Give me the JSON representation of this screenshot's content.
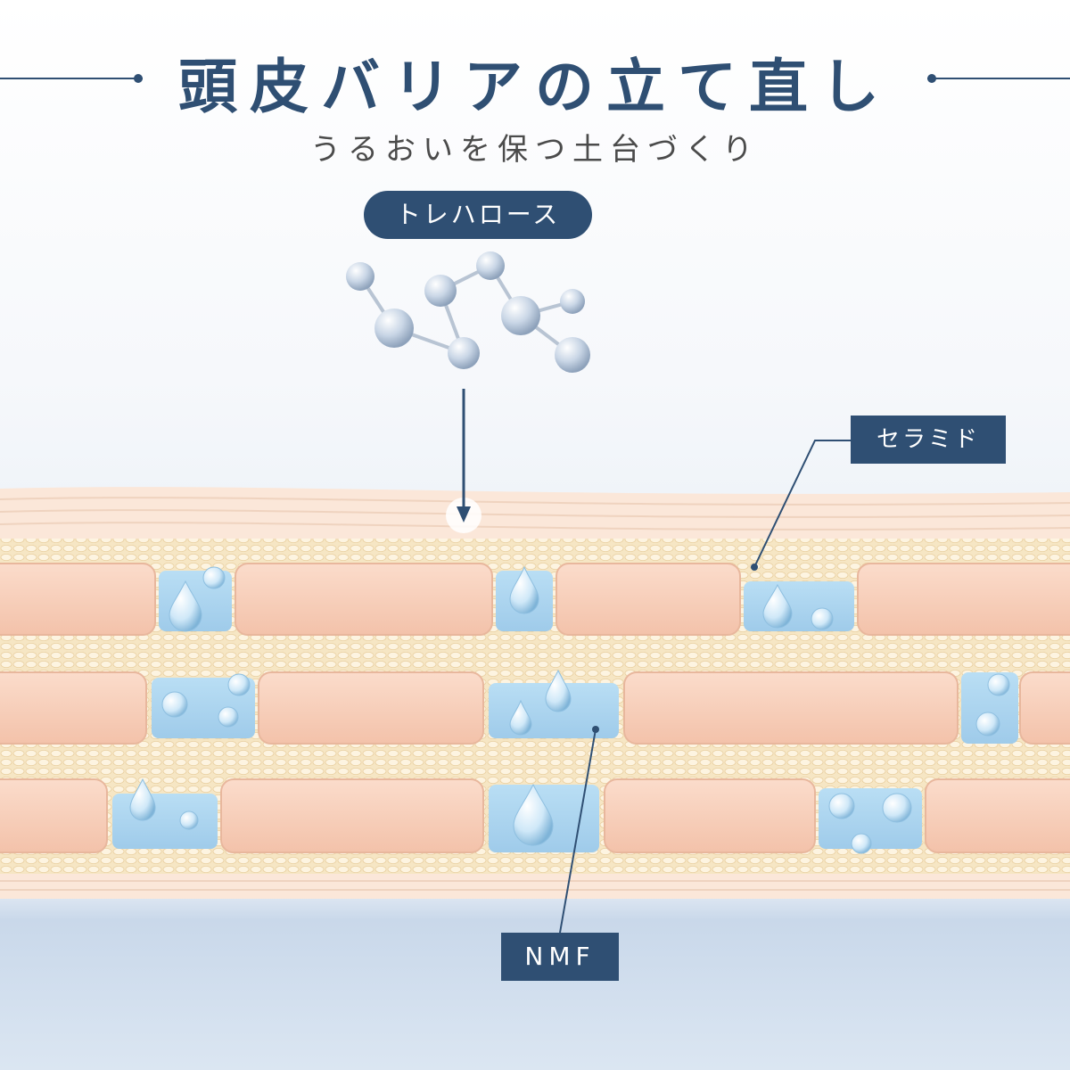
{
  "title": "頭皮バリアの立て直し",
  "subtitle": "うるおいを保つ土台づくり",
  "labels": {
    "trehalose": "トレハロース",
    "ceramide": "セラミド",
    "nmf": "NMF"
  },
  "colors": {
    "navy": "#2f4f73",
    "cell": "#f7cdb9",
    "water": "#a9d4ef",
    "lipid": "#fbeed2"
  }
}
